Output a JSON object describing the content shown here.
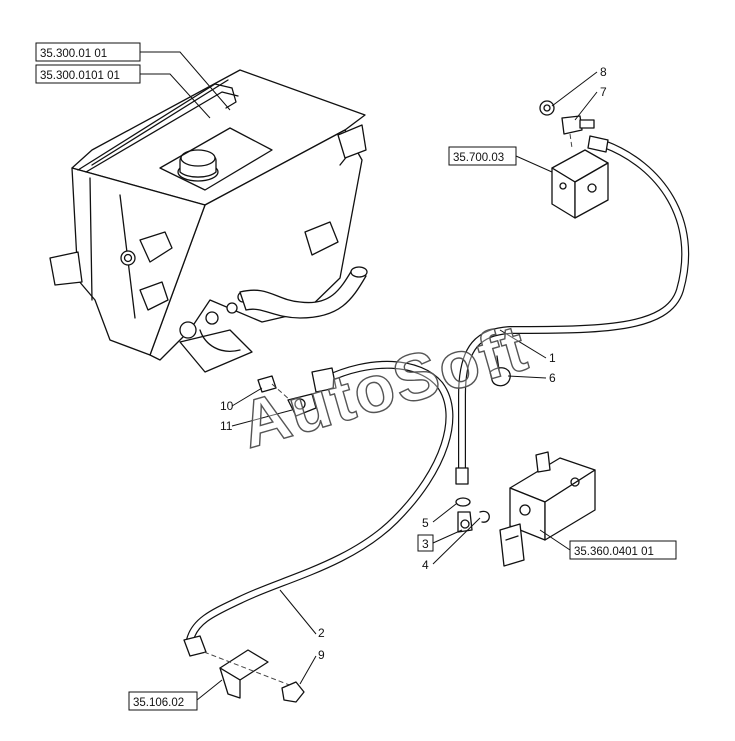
{
  "references": {
    "ref_tank_1": "35.300.01 01",
    "ref_tank_2": "35.300.0101 01",
    "ref_block_top": "35.700.03",
    "ref_valve": "35.360.0401 01",
    "ref_bracket": "35.106.02"
  },
  "callouts": {
    "c1": "1",
    "c2": "2",
    "c3": "3",
    "c4": "4",
    "c5": "5",
    "c6": "6",
    "c7": "7",
    "c8": "8",
    "c9": "9",
    "c10": "10",
    "c11": "11"
  },
  "watermark": "AutoSoft",
  "colors": {
    "line": "#111111",
    "background": "#ffffff"
  }
}
